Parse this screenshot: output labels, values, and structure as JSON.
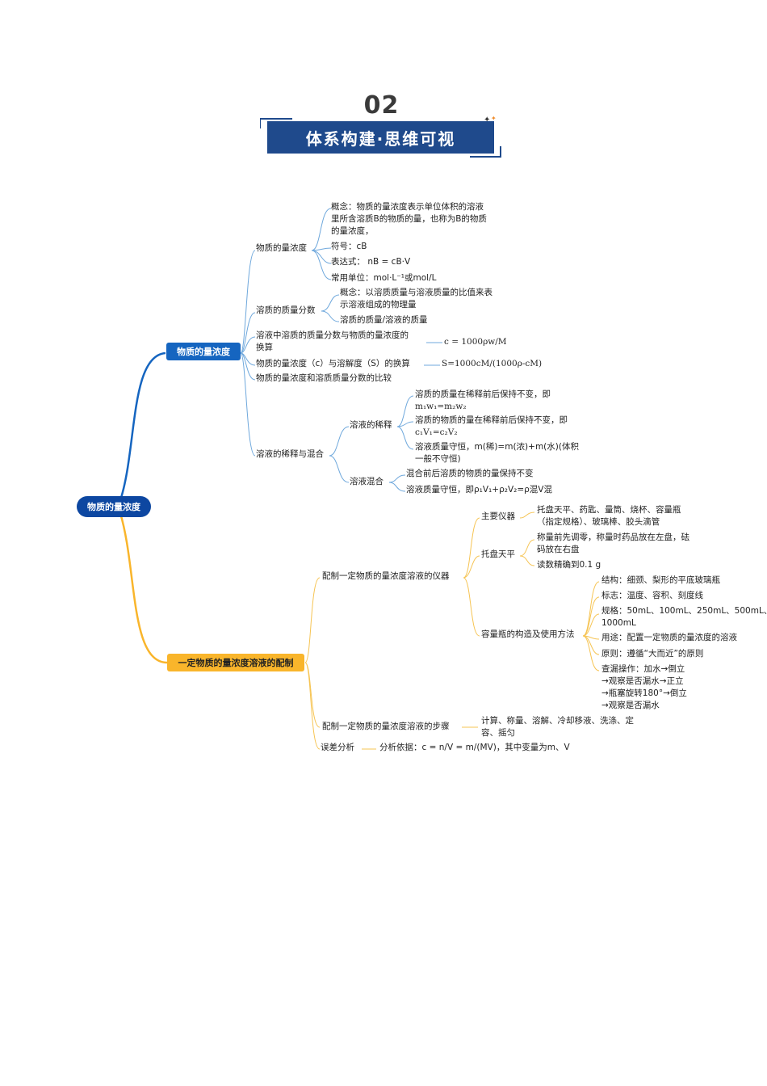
{
  "header": {
    "number": "02",
    "title": "体系构建·思维可视"
  },
  "root": "物质的量浓度",
  "branch1": {
    "title": "物质的量浓度",
    "conc": {
      "label": "物质的量浓度",
      "concept_1": "概念：物质的量浓度表示单位体积的溶液",
      "concept_2": "里所含溶质B的物质的量，也称为B的物质",
      "concept_3": "的量浓度，",
      "symbol": "符号：cB",
      "expr": "表达式：  nB = cB·V",
      "unit": "常用单位：mol·L⁻¹或mol/L"
    },
    "mass_frac": {
      "label": "溶质的质量分数",
      "concept_1": "概念：以溶质质量与溶液质量的比值来表",
      "concept_2": "示溶液组成的物理量",
      "formula": "溶质的质量/溶液的质量"
    },
    "convert1_a": "溶液中溶质的质量分数与物质的量浓度的",
    "convert1_b": "换算",
    "convert1_formula": "c = 1000ρw/M",
    "convert2": "物质的量浓度（c）与溶解度（S）的换算",
    "convert2_formula": "S=1000cM/(1000ρ-cM)",
    "compare": "物质的量浓度和溶质质量分数的比较",
    "dilution": {
      "label": "溶液的稀释与混合",
      "dilute_label": "溶液的稀释",
      "d1_a": "溶质的质量在稀释前后保持不变，即",
      "d1_b": "m₁w₁=m₂w₂",
      "d2_a": "溶质的物质的量在稀释前后保持不变，即",
      "d2_b": "c₁V₁=c₂V₂",
      "d3_a": "溶液质量守恒，m(稀)=m(浓)+m(水)(体积",
      "d3_b": "一般不守恒)",
      "mix_label": "溶液混合",
      "m1": "混合前后溶质的物质的量保持不变",
      "m2": "溶液质量守恒，即ρ₁V₁+ρ₂V₂=ρ混V混"
    }
  },
  "branch2": {
    "title": "一定物质的量浓度溶液的配制",
    "instruments": {
      "label": "配制一定物质的量浓度溶液的仪器",
      "main_label": "主要仪器",
      "main_a": "托盘天平、药匙、量筒、烧杯、容量瓶",
      "main_b": "（指定规格）、玻璃棒、胶头滴管",
      "balance_label": "托盘天平",
      "bal1_a": "称量前先调零，称量时药品放在左盘，砝",
      "bal1_b": "码放在右盘",
      "bal2": "读数精确到0.1 g",
      "flask_label": "容量瓶的构造及使用方法",
      "f1": "结构：细颈、梨形的平底玻璃瓶",
      "f2": "标志：温度、容积、刻度线",
      "f3_a": "规格：50mL、100mL、250mL、500mL、",
      "f3_b": "1000mL",
      "f4": "用途：配置一定物质的量浓度的溶液",
      "f5": "原则：遵循“大而近”的原则",
      "f6_a": "查漏操作：加水→倒立",
      "f6_b": "→观察是否漏水→正立",
      "f6_c": "→瓶塞旋转180°→倒立",
      "f6_d": "→观察是否漏水"
    },
    "steps_label": "配制一定物质的量浓度溶液的步骤",
    "steps_a": "计算、称量、溶解、冷却移液、洗涤、定",
    "steps_b": "容、摇匀",
    "error_label": "误差分析",
    "error_text": "分析依据：c = n/V = m/(MV)，其中变量为m、V"
  }
}
